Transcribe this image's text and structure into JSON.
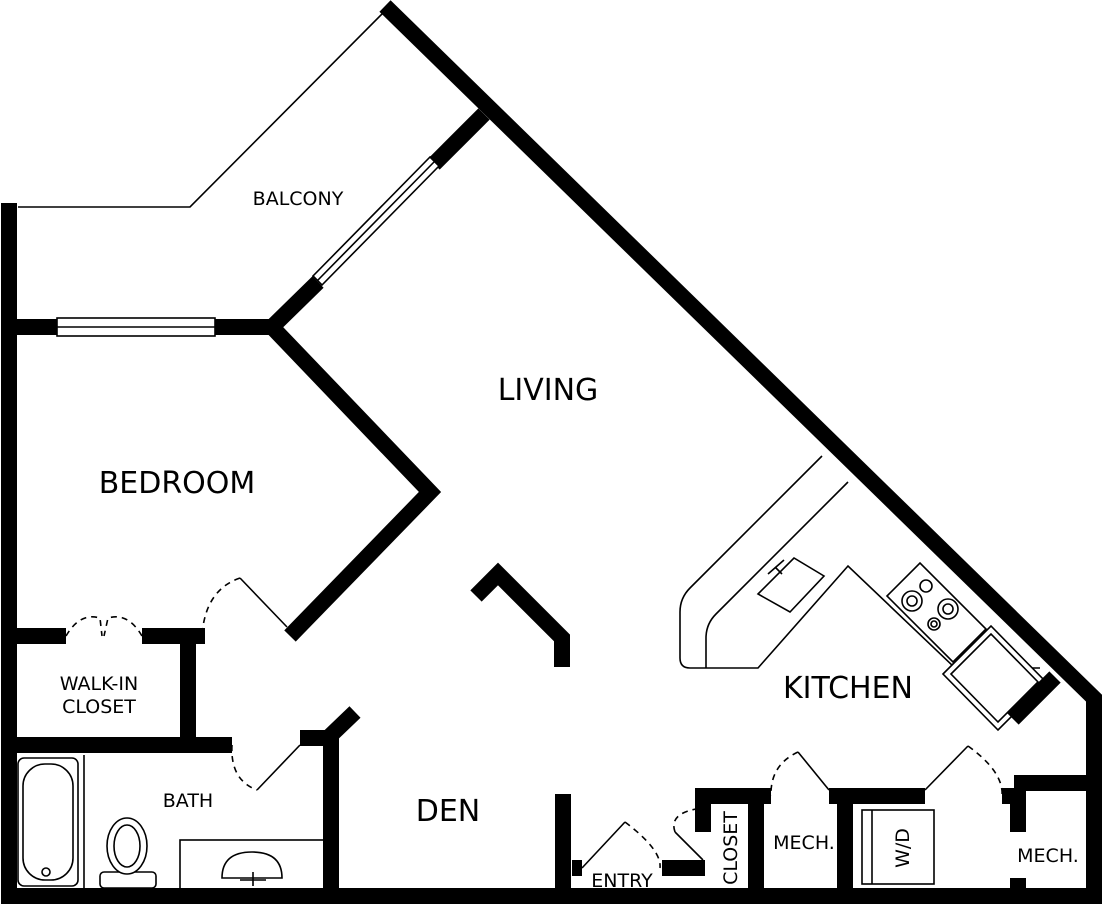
{
  "rooms": {
    "balcony": "BALCONY",
    "living": "LIVING",
    "bedroom": "BEDROOM",
    "kitchen": "KITCHEN",
    "walkin_line1": "WALK-IN",
    "walkin_line2": "CLOSET",
    "bath": "BATH",
    "den": "DEN",
    "entry": "ENTRY",
    "closet": "CLOSET",
    "mech_left": "MECH.",
    "washer_dryer": "W/D",
    "mech_right": "MECH."
  }
}
